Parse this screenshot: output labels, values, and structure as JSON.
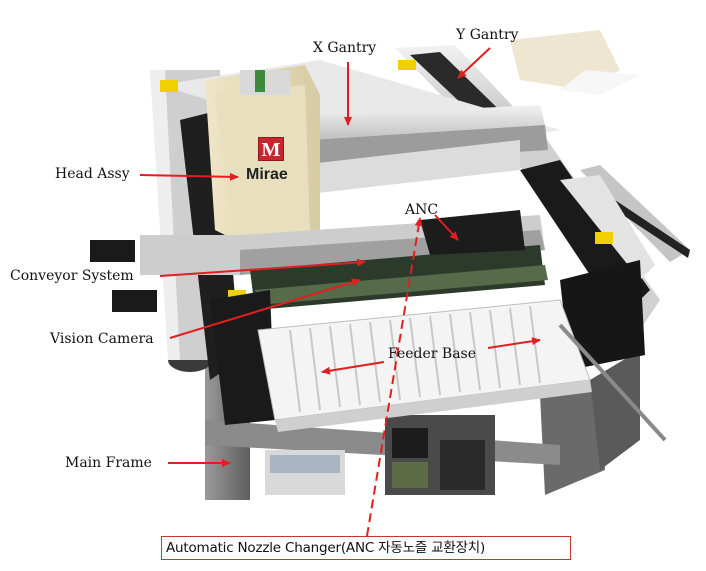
{
  "labels": {
    "x_gantry": "X Gantry",
    "y_gantry": "Y Gantry",
    "head_assy": "Head Assy",
    "anc": "ANC",
    "conveyor_system": "Conveyor System",
    "vision_camera": "Vision Camera",
    "feeder_base": "Feeder Base",
    "main_frame": "Main Frame"
  },
  "brand": {
    "logo_letter": "M",
    "name": "Mirae"
  },
  "caption": "Automatic Nozzle Changer(ANC 자동노즐 교환장치)",
  "colors": {
    "arrow": "#e02020",
    "caption_border": "#c0392b",
    "frame": "#6f6f6f",
    "rail": "#d8d8d8",
    "dark": "#1b1b1b",
    "yellow": "#f0d000"
  }
}
